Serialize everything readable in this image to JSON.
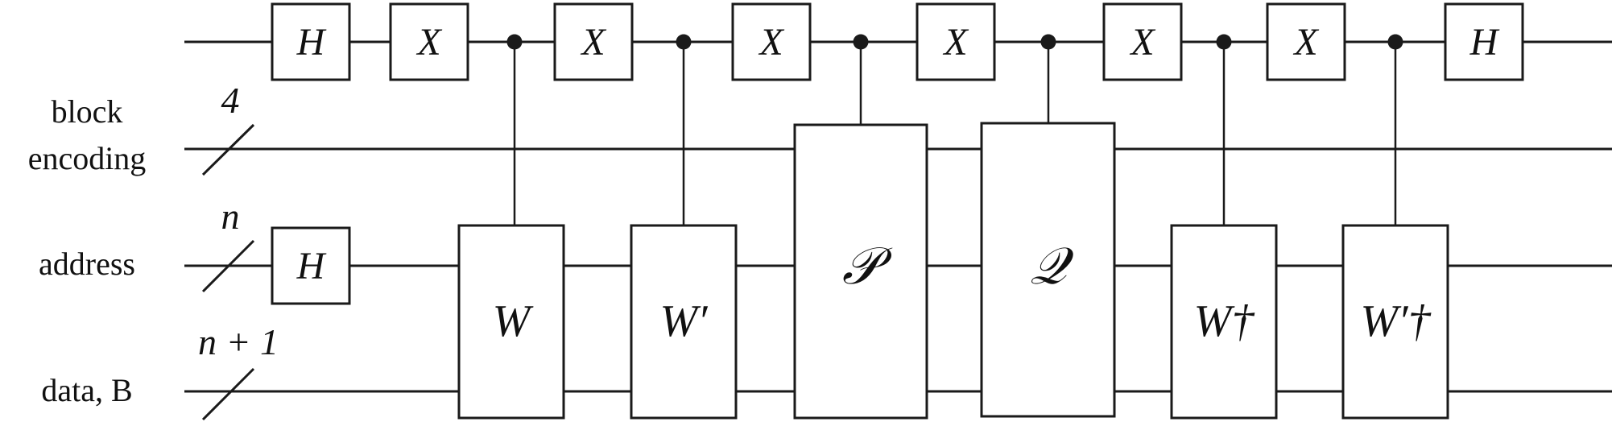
{
  "wire_labels": {
    "block_encoding_line1": "block",
    "block_encoding_line2": "encoding",
    "address": "address",
    "data": "data, B"
  },
  "bus_widths": {
    "block_encoding": "4",
    "address": "n",
    "data": "n + 1"
  },
  "gates": {
    "h_top_left": "H",
    "x1": "X",
    "x2": "X",
    "x3": "X",
    "x4": "X",
    "x5": "X",
    "x6": "X",
    "h_top_right": "H",
    "h_address": "H",
    "w": "W",
    "w_prime": "W′",
    "p": "𝒫",
    "q": "𝒬",
    "w_dagger": "W†",
    "w_prime_dagger": "W′†"
  },
  "colors": {
    "ink": "#1a1a1a",
    "background": "#ffffff"
  }
}
